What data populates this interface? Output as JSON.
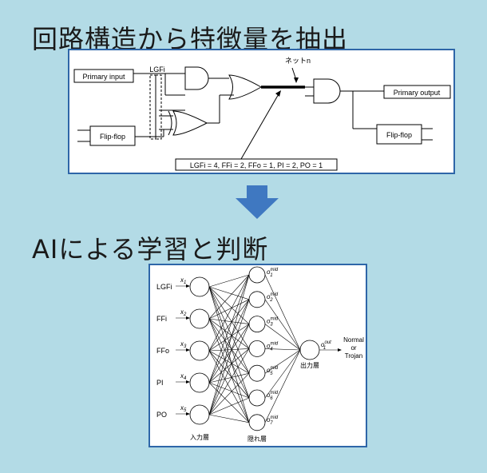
{
  "section1": {
    "title": "回路構造から特徴量を抽出",
    "circuit": {
      "primary_input": "Primary input",
      "lgfi": "LGFi",
      "flip_flop_in": "Flip-flop",
      "net_label": "ネットn",
      "primary_output": "Primary output",
      "flip_flop_out": "Flip-flop",
      "features": "LGFi = 4, FFi = 2, FFo = 1, PI = 2, PO = 1"
    }
  },
  "arrow": {
    "icon": "down-arrow-icon",
    "color": "#3f78c1"
  },
  "section2": {
    "title": "AIによる学習と判断",
    "nn": {
      "inputs": [
        {
          "label": "LGFi",
          "var": "x",
          "sub": "1"
        },
        {
          "label": "FFi",
          "var": "x",
          "sub": "2"
        },
        {
          "label": "FFo",
          "var": "x",
          "sub": "3"
        },
        {
          "label": "PI",
          "var": "x",
          "sub": "4"
        },
        {
          "label": "PO",
          "var": "x",
          "sub": "5"
        }
      ],
      "hidden": [
        {
          "var": "o",
          "sub": "1",
          "sup": "mid"
        },
        {
          "var": "o",
          "sub": "2",
          "sup": "mid"
        },
        {
          "var": "o",
          "sub": "3",
          "sup": "mid"
        },
        {
          "var": "o",
          "sub": "4",
          "sup": "mid"
        },
        {
          "var": "o",
          "sub": "5",
          "sup": "mid"
        },
        {
          "var": "o",
          "sub": "6",
          "sup": "mid"
        },
        {
          "var": "o",
          "sub": "7",
          "sup": "mid"
        }
      ],
      "output": {
        "var": "o",
        "sub": "1",
        "sup": "out"
      },
      "result": [
        "Normal",
        "or",
        "Trojan"
      ],
      "input_layer": "入力層",
      "hidden_layer": "隠れ層",
      "output_layer": "出力層"
    }
  },
  "colors": {
    "background": "#b3dbe6",
    "border": "#2e66a8",
    "arrow": "#3f78c1"
  }
}
